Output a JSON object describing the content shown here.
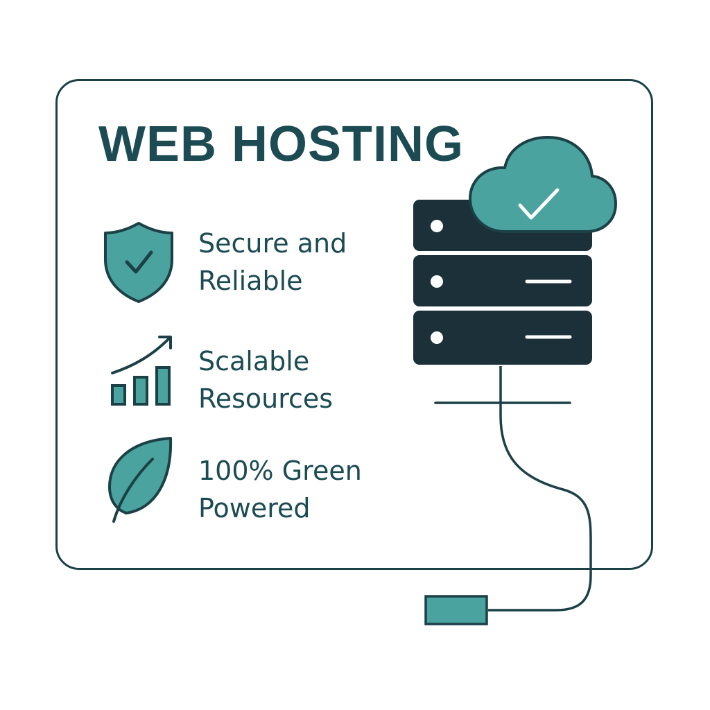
{
  "title": "WEB HOSTING",
  "features": [
    {
      "line1": "Secure and",
      "line2": "Reliable",
      "icon": "shield-check-icon"
    },
    {
      "line1": "Scalable",
      "line2": "Resources",
      "icon": "growth-chart-icon"
    },
    {
      "line1": "100% Green",
      "line2": "Powered",
      "icon": "leaf-icon"
    }
  ],
  "illustration": {
    "server_units": 3,
    "cloud_icon": "cloud-check-icon",
    "cable_icon": "plug-icon"
  },
  "colors": {
    "dark": "#1b3038",
    "teal": "#4aa39f",
    "outline": "#1b4046",
    "text": "#1c4b53"
  }
}
